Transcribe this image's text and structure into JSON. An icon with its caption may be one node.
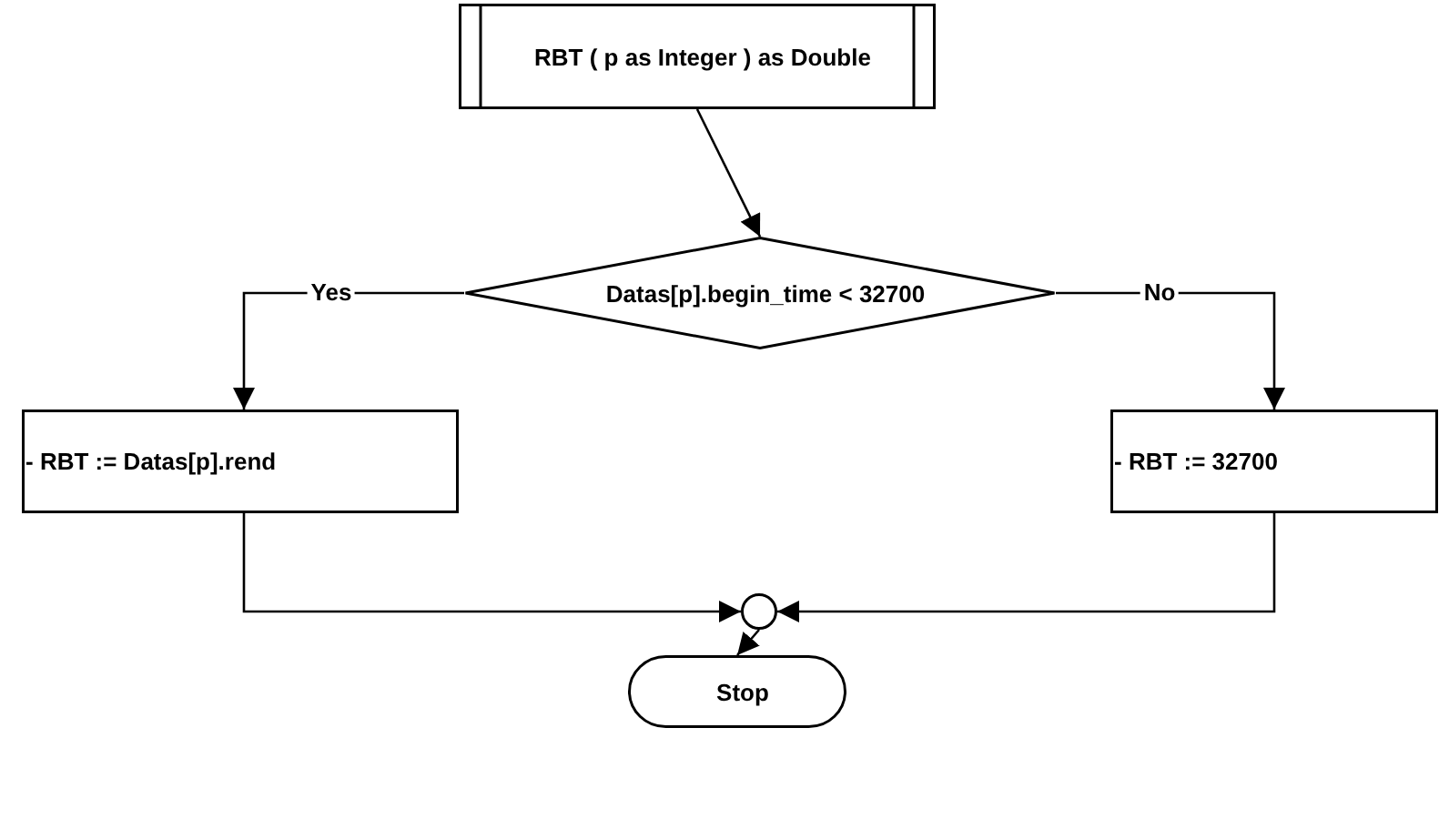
{
  "diagram": {
    "nodes": [
      {
        "text": [
          "RBT ( p as Integer ) as Double"
        ]
      },
      {
        "text": [
          "Datas[p].begin_time < 32700"
        ]
      },
      {
        "text": [
          "- RBT := Datas[p].rend"
        ]
      },
      {
        "text": [
          "- RBT := 32700"
        ]
      },
      {
        "text": [],
        "shape": "circle"
      },
      {
        "text": [
          "Stop"
        ]
      }
    ],
    "edges": [
      {
        "from": 0,
        "to": 1,
        "arrow": "to"
      },
      {
        "from": 1,
        "to": 2,
        "arrow": "to",
        "label": "Yes"
      },
      {
        "from": 1,
        "to": 3,
        "arrow": "to",
        "label": "No"
      },
      {
        "from": 2,
        "to": 4,
        "arrow": "to"
      },
      {
        "from": 3,
        "to": 4,
        "arrow": "to"
      },
      {
        "from": 4,
        "to": 5,
        "arrow": "to"
      }
    ]
  }
}
